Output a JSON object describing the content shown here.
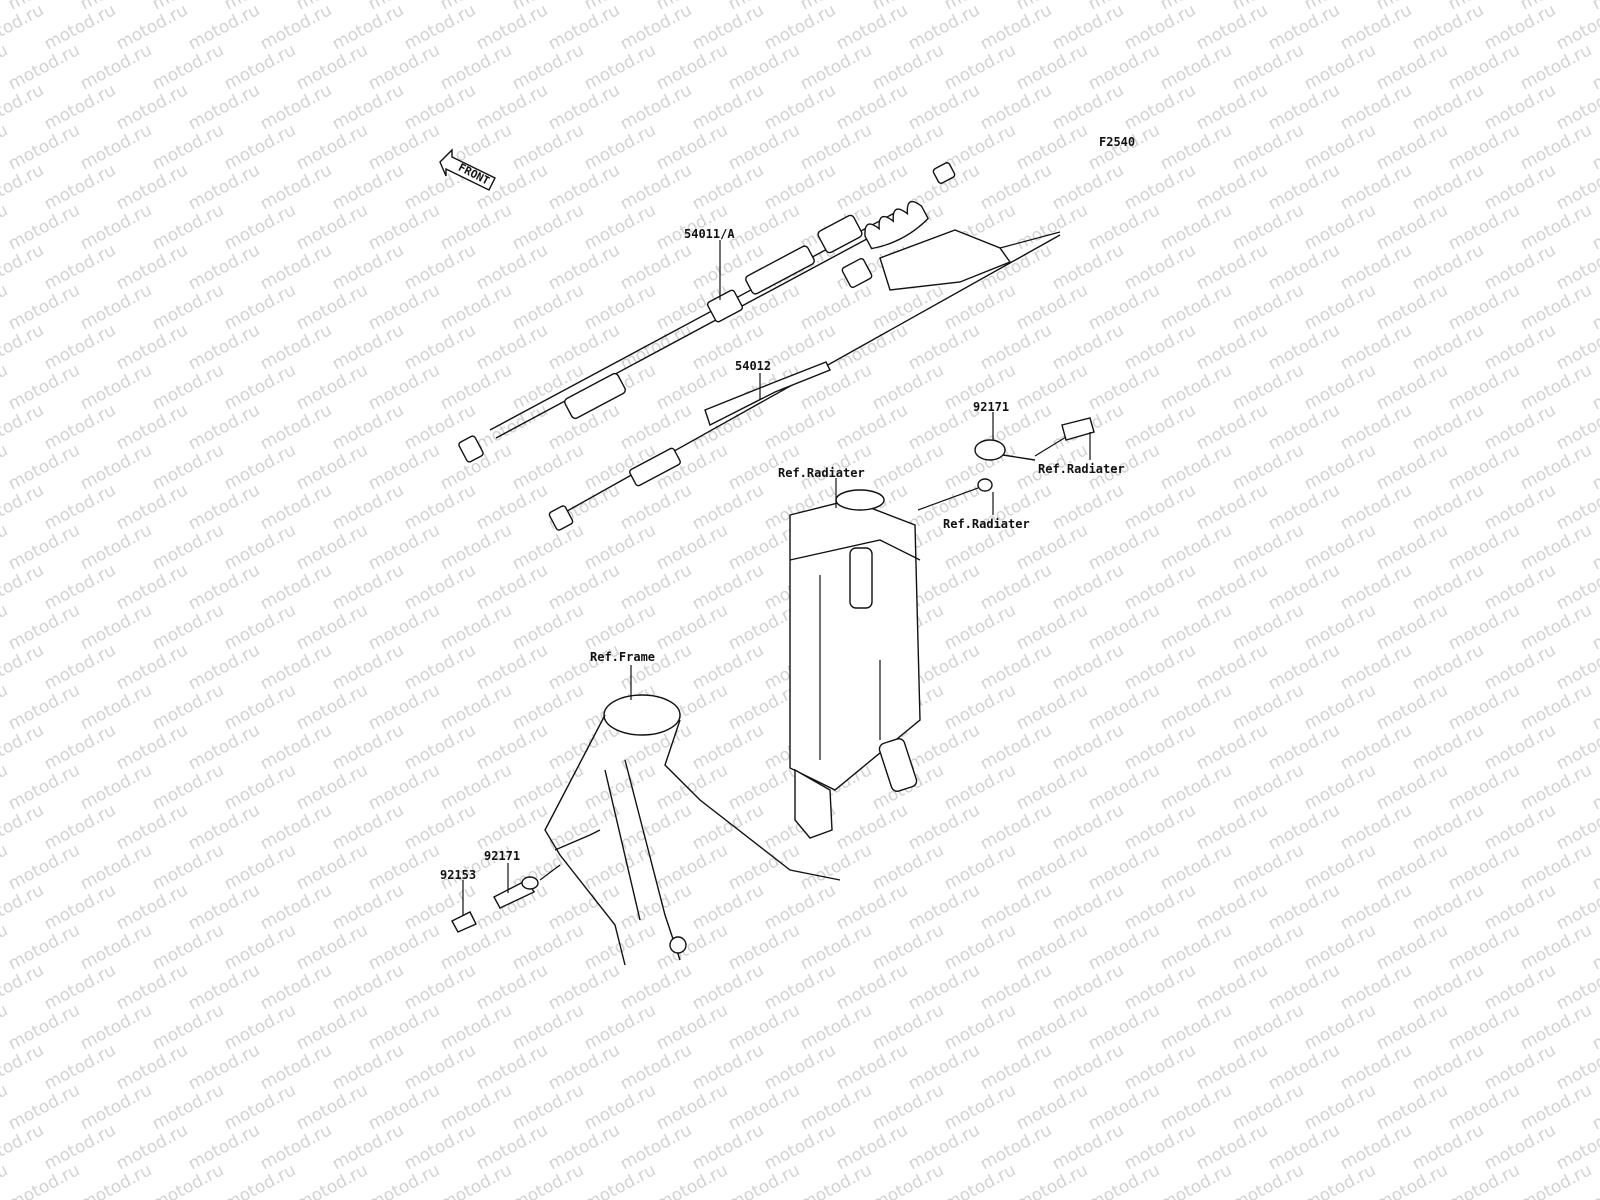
{
  "watermark": "motod.ru",
  "diagram_code": "F2540",
  "front_arrow": "FRONT",
  "callouts": {
    "clutch_cable": "54011/A",
    "throttle_cable": "54012",
    "clamp_top": "92171",
    "ref_radiator_bolt": "Ref.Radiater",
    "ref_radiator_top": "Ref.Radiater",
    "ref_radiator_collar": "Ref.Radiater",
    "ref_frame": "Ref.Frame",
    "clamp_lower": "92171",
    "bolt_lower": "92153"
  }
}
